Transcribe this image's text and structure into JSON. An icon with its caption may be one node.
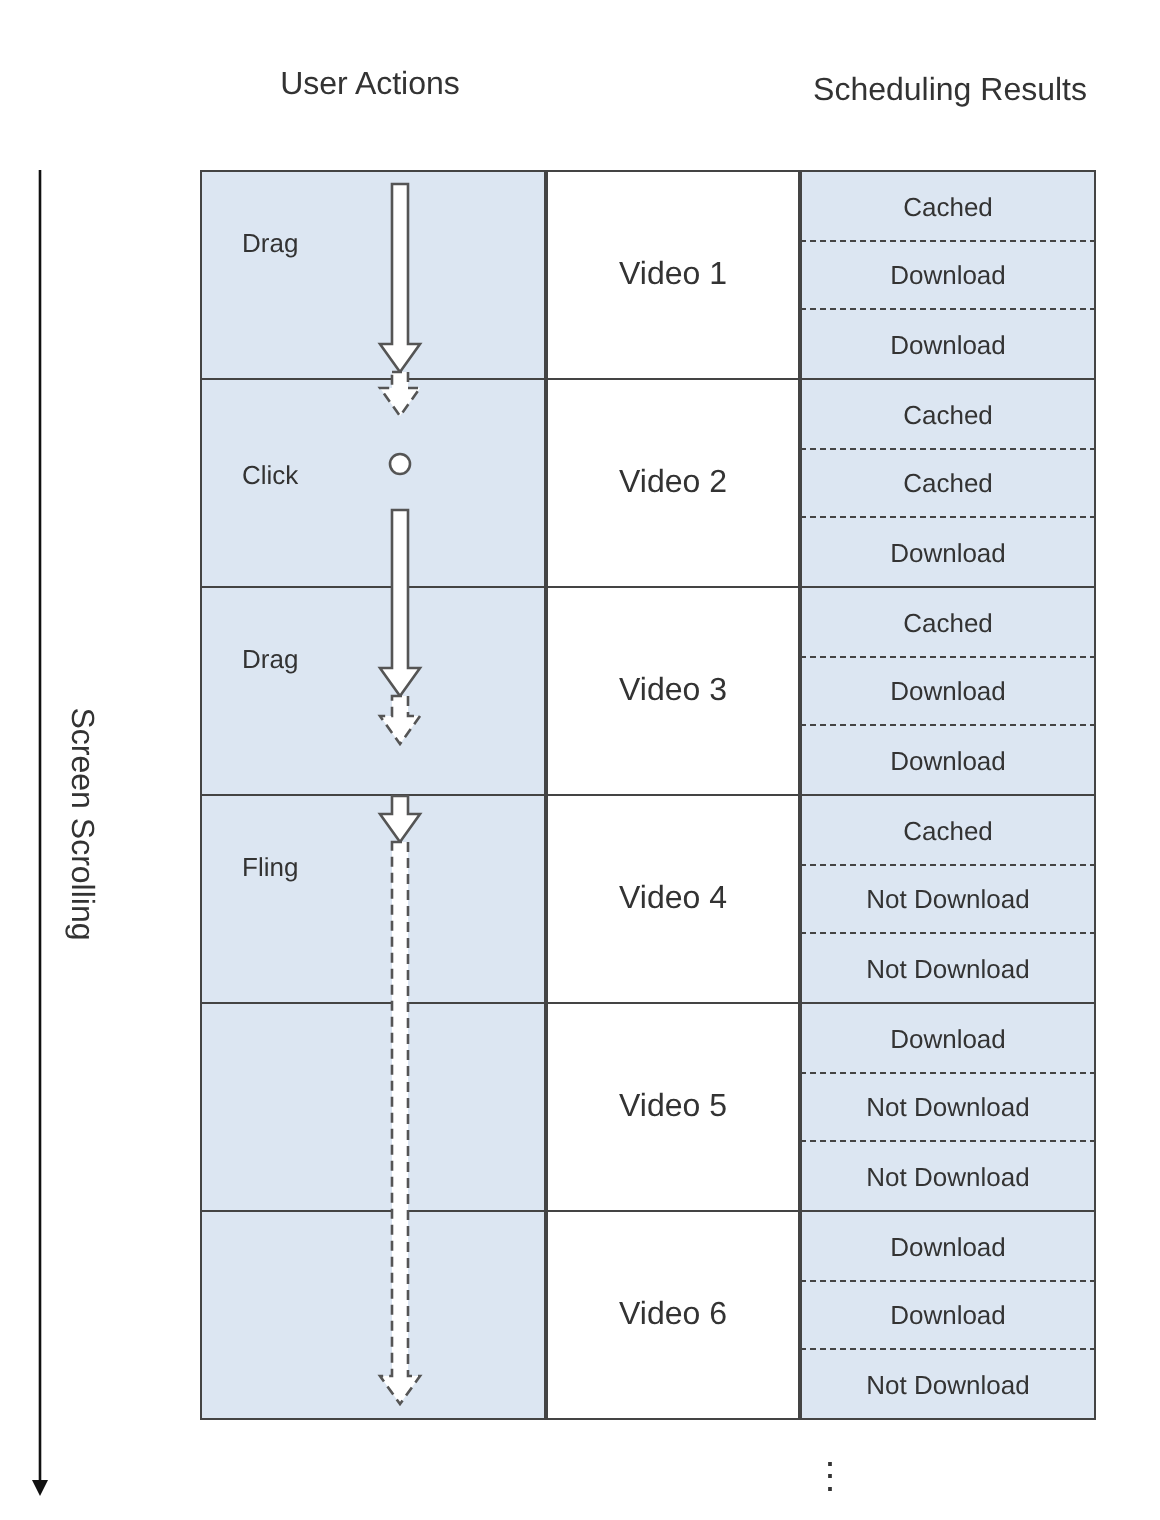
{
  "diagram": {
    "labels": [
      "User Actions",
      "Scheduling Results",
      "Screen Scrolling",
      "Drag",
      "Video 1",
      "Cached",
      "Download",
      "Download",
      "Click",
      "Video 2",
      "Cached",
      "Cached",
      "Download",
      "Drag",
      "Video 3",
      "Cached",
      "Download",
      "Download",
      "Fling",
      "Video 4",
      "Cached",
      "Not Download",
      "Not Download",
      "Video 5",
      "Download",
      "Not Download",
      "Not Download",
      "Video 6",
      "Download",
      "Download",
      "Not Download",
      "⋮"
    ]
  }
}
